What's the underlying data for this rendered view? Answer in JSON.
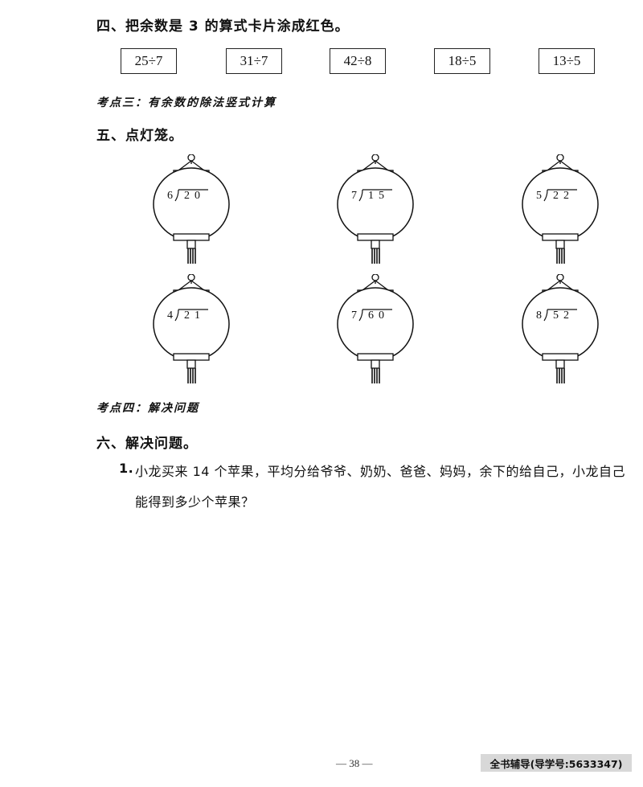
{
  "section4": {
    "title": "四、把余数是 3 的算式卡片涂成红色。",
    "cards": [
      "25÷7",
      "31÷7",
      "42÷8",
      "18÷5",
      "13÷5"
    ]
  },
  "kaodian3": "考点三：有余数的除法竖式计算",
  "section5": {
    "title": "五、点灯笼。",
    "lanterns": [
      {
        "divisor": "6",
        "dividend": "20"
      },
      {
        "divisor": "7",
        "dividend": "15"
      },
      {
        "divisor": "5",
        "dividend": "22"
      },
      {
        "divisor": "4",
        "dividend": "21"
      },
      {
        "divisor": "7",
        "dividend": "60"
      },
      {
        "divisor": "8",
        "dividend": "52"
      }
    ]
  },
  "kaodian4": "考点四：解决问题",
  "section6": {
    "title": "六、解决问题。",
    "problem_number": "1.",
    "problem_line1": "小龙买来 14 个苹果，平均分给爷爷、奶奶、爸爸、妈妈，余下的给自己，小龙自己",
    "problem_line2": "能得到多少个苹果？"
  },
  "footer": {
    "page_number": "— 38 —",
    "badge": "全书辅导(导学号:5633347)"
  }
}
